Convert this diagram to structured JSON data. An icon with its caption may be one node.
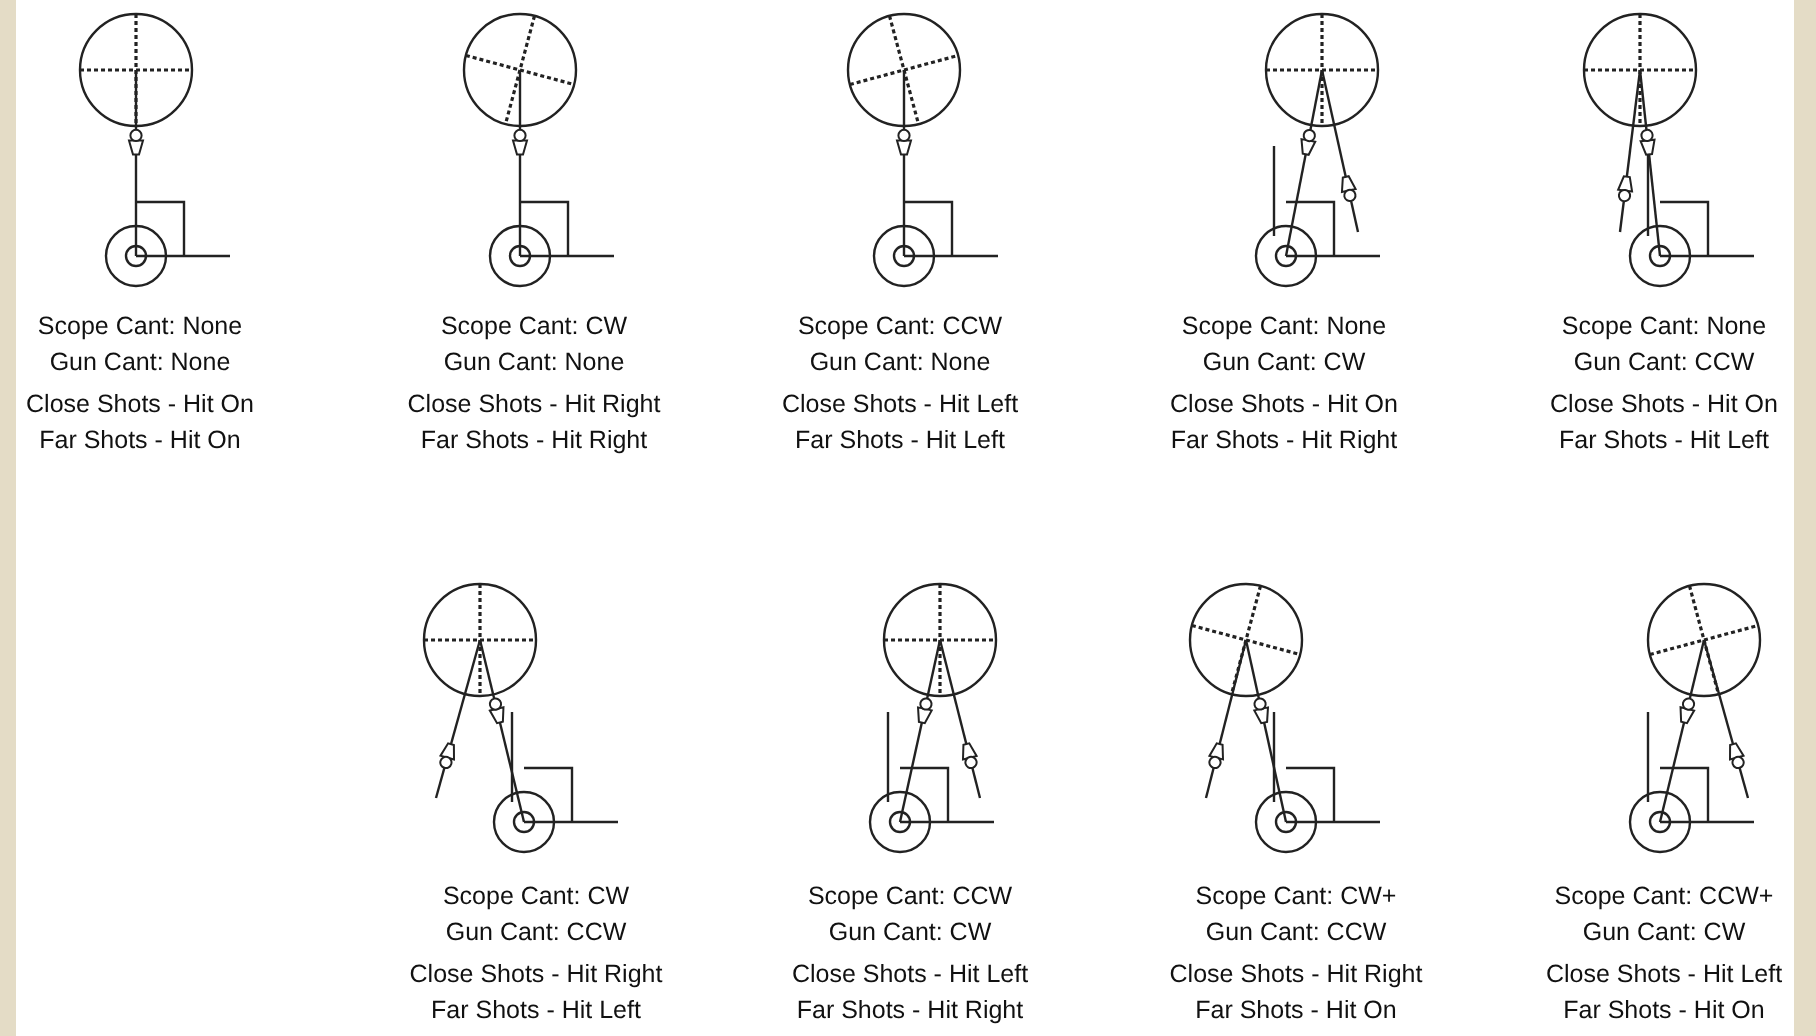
{
  "diagram": {
    "labels": [
      "Scope Cant: None",
      "Gun Cant: None",
      "Close Shots - Hit On",
      "Far Shots - Hit On",
      "Scope Cant: CW",
      "Gun Cant: None",
      "Close Shots - Hit Right",
      "Far Shots - Hit Right",
      "Scope Cant: CCW",
      "Gun Cant: None",
      "Close Shots - Hit Left",
      "Far Shots - Hit Left",
      "Scope Cant: None",
      "Gun Cant: CW",
      "Close Shots - Hit On",
      "Far Shots - Hit Right",
      "Scope Cant: None",
      "Gun Cant: CCW",
      "Close Shots - Hit On",
      "Far Shots - Hit Left",
      "Scope Cant: CW",
      "Gun Cant: CCW",
      "Close Shots - Hit Right",
      "Far Shots - Hit Left",
      "Scope Cant: CCW",
      "Gun Cant: CW",
      "Close Shots - Hit Left",
      "Far Shots - Hit Right",
      "Scope Cant: CW+",
      "Gun Cant: CCW",
      "Close Shots - Hit Right",
      "Far Shots - Hit On",
      "Scope Cant: CCW+",
      "Gun Cant: CW",
      "Close Shots - Hit Left",
      "Far Shots - Hit On"
    ]
  }
}
